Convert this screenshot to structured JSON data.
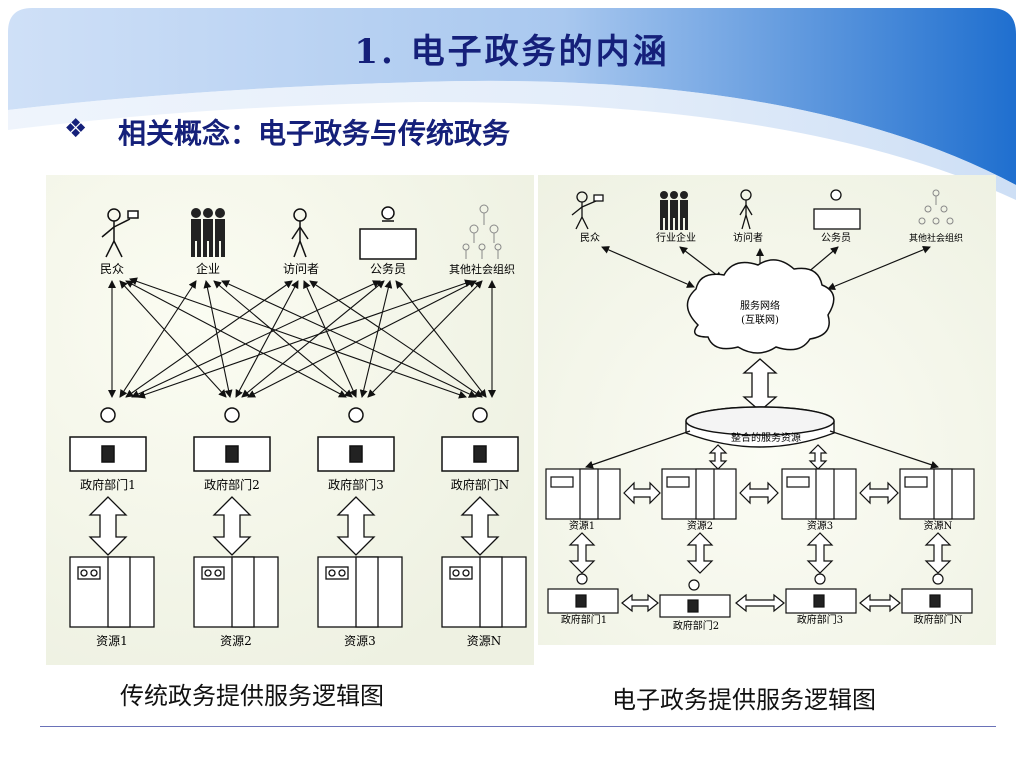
{
  "slide": {
    "title": "1.  电子政务的内涵",
    "bullet_symbol": "❖",
    "bullet_text": "相关概念：电子政务与传统政务"
  },
  "left_diagram": {
    "caption": "传统政务提供服务逻辑图",
    "actors": [
      "民众",
      "企业",
      "访问者",
      "公务员",
      "其他社会组织"
    ],
    "departments": [
      "政府部门1",
      "政府部门2",
      "政府部门3",
      "政府部门N"
    ],
    "resources": [
      "资源1",
      "资源2",
      "资源3",
      "资源N"
    ]
  },
  "right_diagram": {
    "caption": "电子政务提供服务逻辑图",
    "actors": [
      "民众",
      "行业企业",
      "访问者",
      "公务员",
      "其他社会组织"
    ],
    "cloud_label_1": "服务网络",
    "cloud_label_2": "(互联网)",
    "platform_label": "整合的服务资源",
    "resources": [
      "资源1",
      "资源2",
      "资源3",
      "资源N"
    ],
    "departments": [
      "政府部门1",
      "政府部门2",
      "政府部门3",
      "政府部门N"
    ]
  },
  "colors": {
    "title": "#15207a",
    "banner_light": "#cfe0f7",
    "banner_dark": "#1f6fcf"
  }
}
